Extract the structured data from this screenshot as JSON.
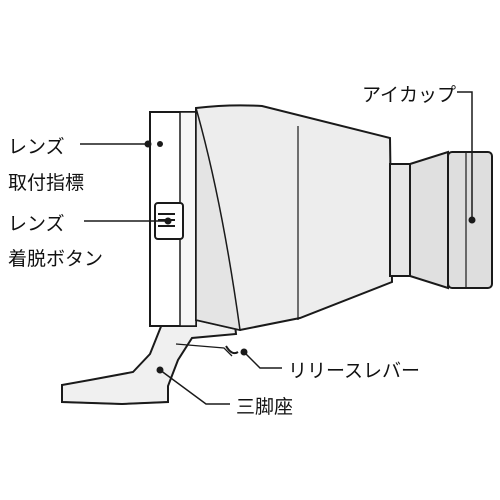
{
  "labels": {
    "mount_index_line1": "レンズ",
    "mount_index_line2": "取付指標",
    "release_button_line1": "レンズ",
    "release_button_line2": "着脱ボタン",
    "eyecup": "アイカップ",
    "release_lever": "リリースレバー",
    "tripod_mount": "三脚座"
  },
  "colors": {
    "line": "#1a1a1a",
    "fill_light": "#f2f2f2",
    "fill_mid": "#e6e6e6",
    "fill_dark": "#cfcfcf"
  }
}
